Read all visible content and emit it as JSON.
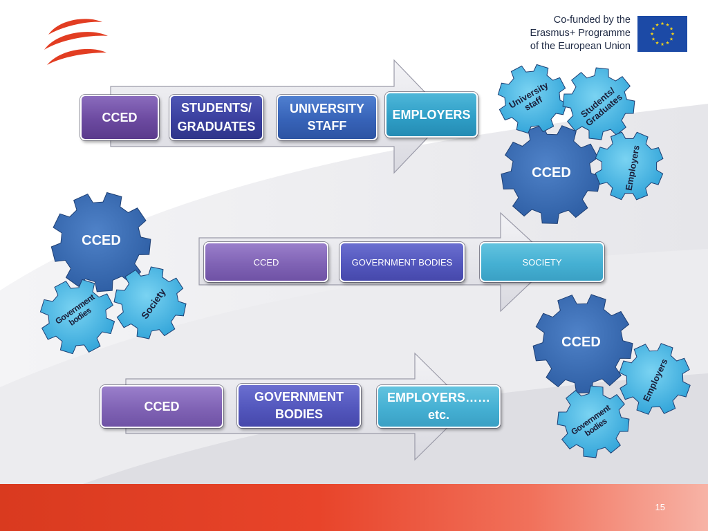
{
  "branding": {
    "eu_text": "Co-funded by the\nErasmus+ Programme\nof the European Union",
    "primary_red": "#e23d22",
    "eu_blue": "#1c4aa6",
    "eu_gold": "#f2d21b"
  },
  "page_number": "15",
  "flows": [
    {
      "id": "flow-1",
      "boxes": [
        {
          "label": "CCED",
          "color": "#6c4aa0"
        },
        {
          "label": "STUDENTS/\nGRADUATES",
          "color": "#3a3f9e"
        },
        {
          "label": "UNIVERSITY\nSTAFF",
          "color": "#3763b8"
        },
        {
          "label": "EMPLOYERS",
          "color": "#2f9fc7"
        }
      ]
    },
    {
      "id": "flow-2",
      "boxes": [
        {
          "label": "CCED",
          "color": "#8063b5"
        },
        {
          "label": "GOVERNMENT BODIES",
          "color": "#5357bd"
        },
        {
          "label": "SOCIETY",
          "color": "#45b0d3"
        }
      ]
    },
    {
      "id": "flow-3",
      "boxes": [
        {
          "label": "CCED",
          "color": "#8063b5"
        },
        {
          "label": "GOVERNMENT\nBODIES",
          "color": "#5357bd"
        },
        {
          "label": "EMPLOYERS……\netc.",
          "color": "#45b0d3"
        }
      ]
    }
  ],
  "gear_clusters": [
    {
      "id": "cluster-1",
      "gears": [
        {
          "label": "CCED",
          "color": "#2e5fa8"
        },
        {
          "label": "University\nstaff",
          "color": "#2fa7db"
        },
        {
          "label": "Students/\nGraduates",
          "color": "#2fa7db"
        },
        {
          "label": "Employers",
          "color": "#2fa7db"
        }
      ]
    },
    {
      "id": "cluster-2",
      "gears": [
        {
          "label": "CCED",
          "color": "#2e5fa8"
        },
        {
          "label": "Government\nbodies",
          "color": "#2fa7db"
        },
        {
          "label": "Society",
          "color": "#2fa7db"
        }
      ]
    },
    {
      "id": "cluster-3",
      "gears": [
        {
          "label": "CCED",
          "color": "#2e5fa8"
        },
        {
          "label": "Employers",
          "color": "#2fa7db"
        },
        {
          "label": "Government\nbodies",
          "color": "#2fa7db"
        }
      ]
    }
  ]
}
